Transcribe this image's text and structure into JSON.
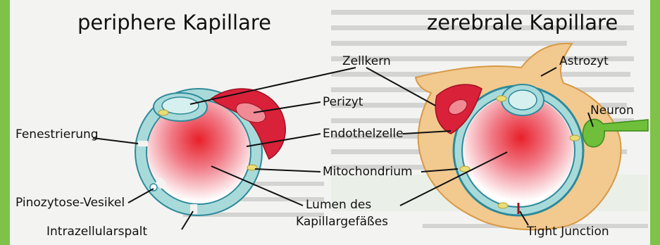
{
  "titles": {
    "left": "periphere Kapillare",
    "right": "zerebrale Kapillare"
  },
  "labels": {
    "zellkern": "Zellkern",
    "astrozyt": "Astrozyt",
    "perizyt": "Perizyt",
    "neuron": "Neuron",
    "fenestrierung": "Fenestrierung",
    "endothelzelle": "Endothelzelle",
    "mitochondrium": "Mitochondrium",
    "pinozytose": "Pinozytose-Vesikel",
    "lumen_line1": "Lumen des",
    "lumen_line2": "Kapillargefäßes",
    "intrazellularspalt": "Intrazellularspalt",
    "tight_junction": "Tight Junction"
  },
  "colors": {
    "border_green": "#7ec24a",
    "page_paper": "#f3f3f1",
    "endothelium": "#a9dada",
    "endothelium_edge": "#2d8a9a",
    "lumen_red": "#e8202a",
    "pericyte": "#d9213a",
    "astrocyte": "#f2c98f",
    "astrocyte_edge": "#d79a45",
    "neuron": "#6fbf3a",
    "mitochondrium": "#e8dd7a"
  }
}
